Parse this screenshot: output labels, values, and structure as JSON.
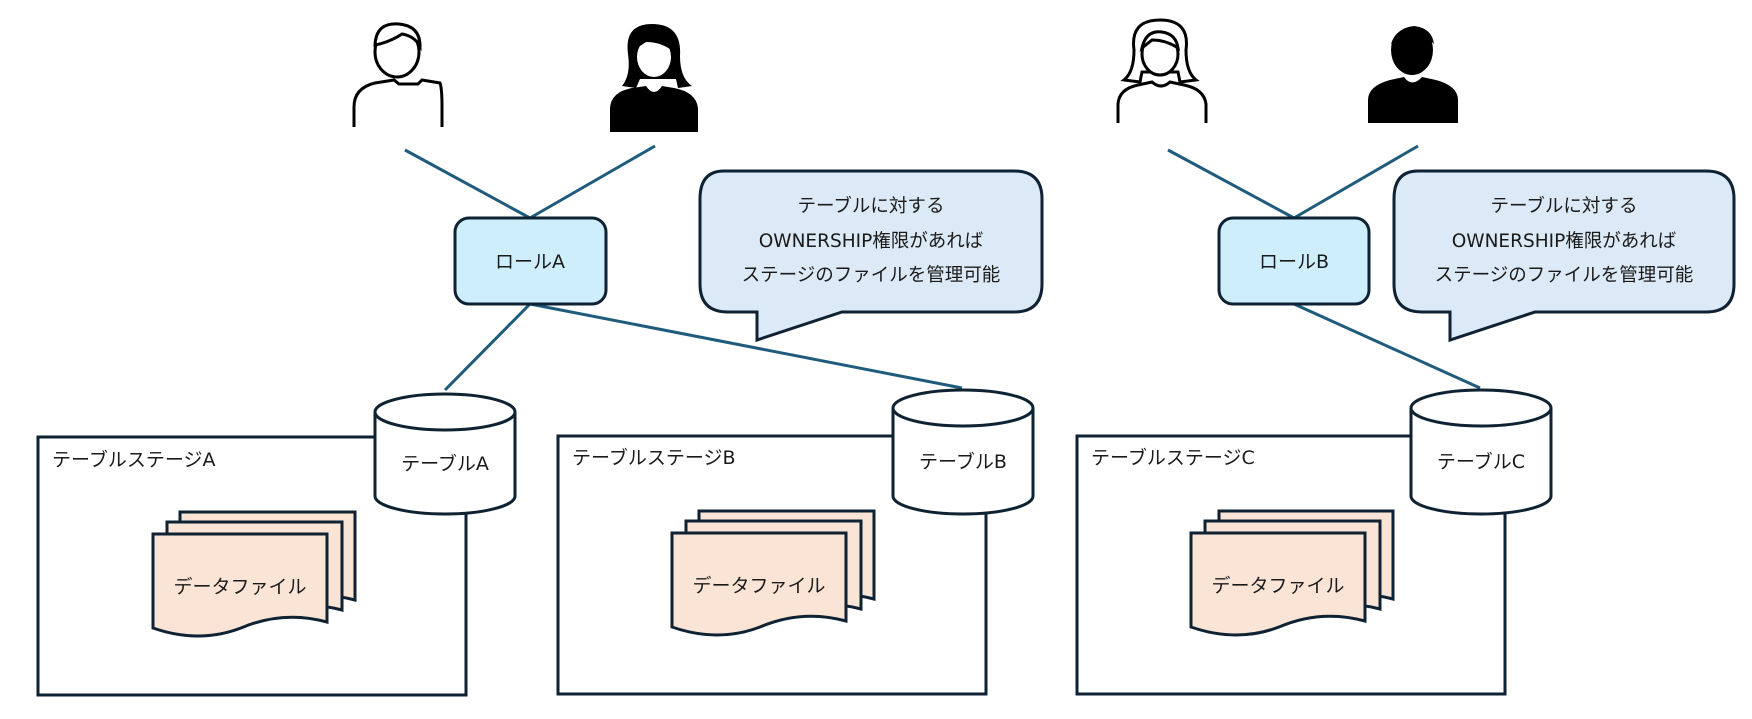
{
  "colors": {
    "connector": "#1f5b7c",
    "outline": "#0f2233",
    "role_fill": "#cfeefb",
    "callout_fill": "#dce9f6",
    "file_fill": "#fae4d6",
    "person_dark": "#000000"
  },
  "roles": [
    {
      "id": "A",
      "label": "ロールA"
    },
    {
      "id": "B",
      "label": "ロールB"
    }
  ],
  "callouts": [
    {
      "lines": [
        "テーブルに対する",
        "OWNERSHIP権限があれば",
        "ステージのファイルを管理可能"
      ]
    },
    {
      "lines": [
        "テーブルに対する",
        "OWNERSHIP権限があれば",
        "ステージのファイルを管理可能"
      ]
    }
  ],
  "stages": [
    {
      "label": "テーブルステージA",
      "table": "テーブルA",
      "files": "データファイル"
    },
    {
      "label": "テーブルステージB",
      "table": "テーブルB",
      "files": "データファイル"
    },
    {
      "label": "テーブルステージC",
      "table": "テーブルC",
      "files": "データファイル"
    }
  ],
  "people": [
    {
      "icon": "person-outline-male-icon"
    },
    {
      "icon": "person-filled-female-icon"
    },
    {
      "icon": "person-outline-female-icon"
    },
    {
      "icon": "person-filled-male-icon"
    }
  ]
}
